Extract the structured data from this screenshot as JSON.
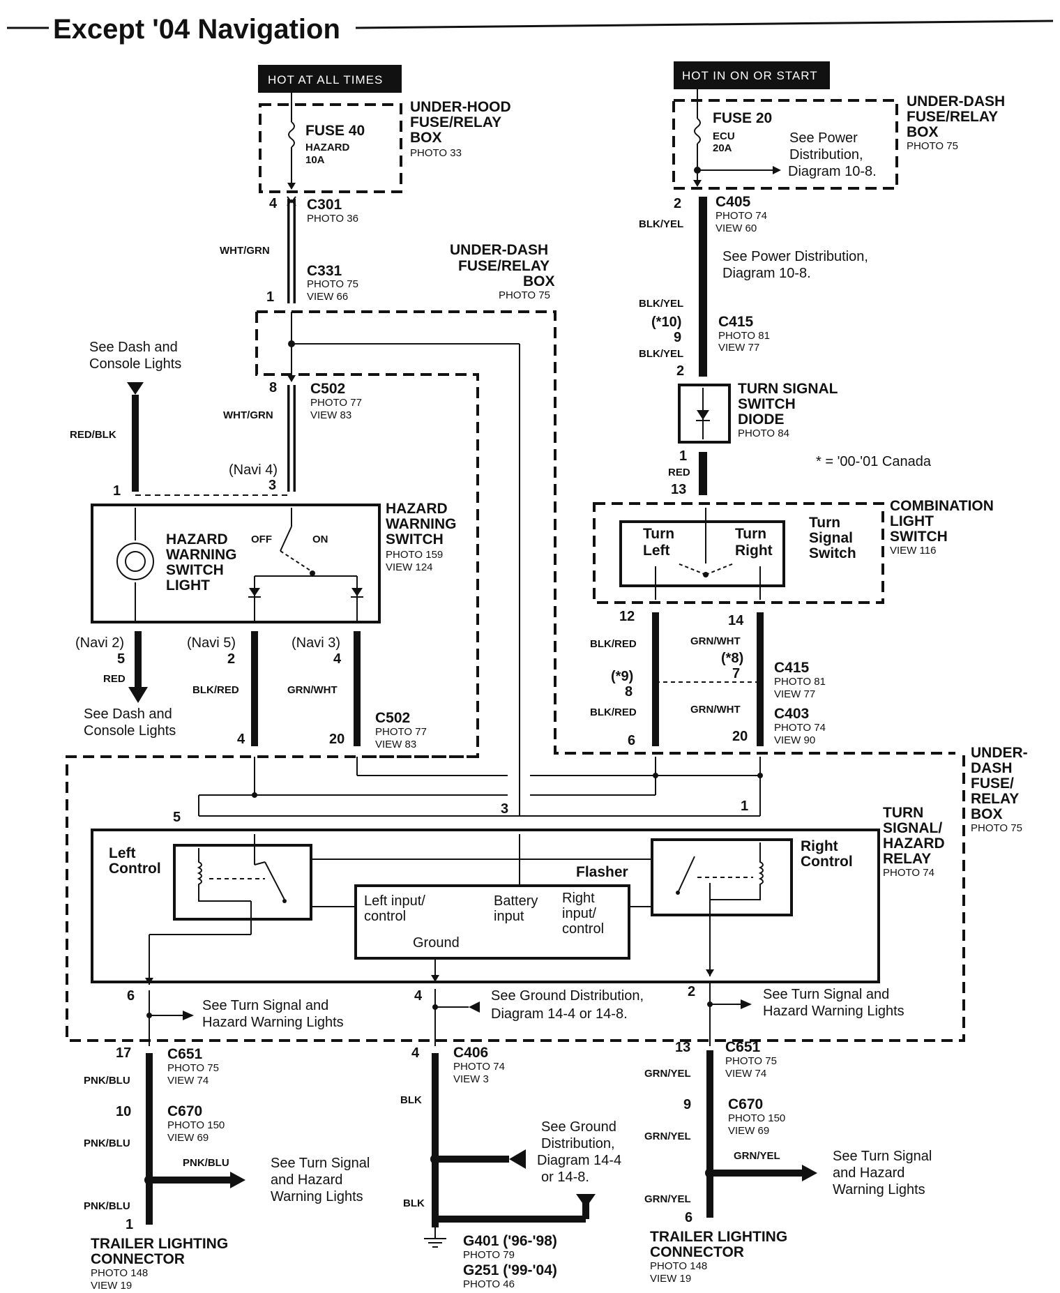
{
  "title": "Except '04 Navigation",
  "headers": {
    "hot_always": "HOT AT ALL TIMES",
    "hot_on_start": "HOT IN ON OR START"
  },
  "fuse40": {
    "name": "FUSE 40",
    "desc": "HAZARD",
    "amp": "10A",
    "box_line1": "UNDER-HOOD",
    "box_line2": "FUSE/RELAY",
    "box_line3": "BOX",
    "photo": "PHOTO 33"
  },
  "fuse20": {
    "name": "FUSE 20",
    "desc": "ECU",
    "amp": "20A",
    "see1": "See Power",
    "see2": "Distribution,",
    "see3": "Diagram 10-8.",
    "box_line1": "UNDER-DASH",
    "box_line2": "FUSE/RELAY",
    "box_line3": "BOX",
    "photo": "PHOTO 75"
  },
  "connectors": {
    "c301": {
      "name": "C301",
      "photo": "PHOTO 36",
      "pin": "4"
    },
    "c331": {
      "name": "C331",
      "photo": "PHOTO 75",
      "view": "VIEW 66",
      "pin": "1"
    },
    "c405": {
      "name": "C405",
      "photo": "PHOTO 74",
      "view": "VIEW 60",
      "pin": "2"
    },
    "c415a": {
      "name": "C415",
      "photo": "PHOTO 81",
      "view": "VIEW 77",
      "pin_top": "(*10)",
      "pin": "9",
      "pin_bottom": "2"
    },
    "c502a": {
      "name": "C502",
      "photo": "PHOTO 77",
      "view": "VIEW 83",
      "pin": "8"
    },
    "c502b": {
      "name": "C502",
      "photo": "PHOTO 77",
      "view": "VIEW 83",
      "pin_left": "4",
      "pin_right": "20"
    },
    "c415b": {
      "name": "C415",
      "photo": "PHOTO 81",
      "view": "VIEW 77",
      "pin_left": "(*9)",
      "pin_left2": "8",
      "pin_right": "(*8)",
      "pin_right2": "7"
    },
    "c403": {
      "name": "C403",
      "photo": "PHOTO 74",
      "view": "VIEW 90",
      "pin_left": "6",
      "pin_right": "20"
    },
    "c651a": {
      "name": "C651",
      "photo": "PHOTO 75",
      "view": "VIEW 74",
      "pin": "17"
    },
    "c670a": {
      "name": "C670",
      "photo": "PHOTO 150",
      "view": "VIEW 69",
      "pin": "10"
    },
    "c406": {
      "name": "C406",
      "photo": "PHOTO 74",
      "view": "VIEW 3",
      "pin": "4"
    },
    "c651b": {
      "name": "C651",
      "photo": "PHOTO 75",
      "view": "VIEW 74",
      "pin": "13"
    },
    "c670b": {
      "name": "C670",
      "photo": "PHOTO 150",
      "view": "VIEW 69",
      "pin": "9"
    }
  },
  "wires": {
    "wht_grn": "WHT/GRN",
    "blk_yel": "BLK/YEL",
    "red_blk": "RED/BLK",
    "red": "RED",
    "blk_red": "BLK/RED",
    "grn_wht": "GRN/WHT",
    "pnk_blu": "PNK/BLU",
    "blk": "BLK",
    "grn_yel": "GRN/YEL"
  },
  "notes": {
    "see_power": "See Power Distribution,",
    "see_power2": "Diagram 10-8.",
    "see_dash1": "See Dash and",
    "see_dash2": "Console Lights",
    "canada": "* = '00-'01 Canada",
    "navi4": "(Navi 4)",
    "navi2": "(Navi 2)",
    "navi5": "(Navi 5)",
    "navi3": "(Navi 3)",
    "see_turn1": "See Turn Signal and",
    "see_turn2": "Hazard Warning Lights",
    "see_ground1": "See Ground Distribution,",
    "see_ground2": "Diagram 14-4 or 14-8.",
    "see_turn_b1": "See Turn Signal",
    "see_turn_b2": "and Hazard",
    "see_turn_b3": "Warning Lights",
    "see_gnd_b1": "See Ground",
    "see_gnd_b2": "Distribution,",
    "see_gnd_b3": "Diagram 14-4",
    "see_gnd_b4": "or 14-8."
  },
  "under_dash_mid": {
    "l1": "UNDER-DASH",
    "l2": "FUSE/RELAY",
    "l3": "BOX",
    "photo": "PHOTO 75"
  },
  "under_dash_right": {
    "l1": "UNDER-",
    "l2": "DASH",
    "l3": "FUSE/",
    "l4": "RELAY",
    "l5": "BOX",
    "photo": "PHOTO 75"
  },
  "hazard_switch": {
    "l1": "HAZARD",
    "l2": "WARNING",
    "l3": "SWITCH",
    "photo": "PHOTO 159",
    "view": "VIEW 124",
    "light1": "HAZARD",
    "light2": "WARNING",
    "light3": "SWITCH",
    "light4": "LIGHT",
    "off": "OFF",
    "on": "ON",
    "pin_top": "3",
    "pin_left": "1",
    "pin_bl": "5",
    "pin_bm": "2",
    "pin_br": "4"
  },
  "diode": {
    "l1": "TURN SIGNAL",
    "l2": "SWITCH",
    "l3": "DIODE",
    "photo": "PHOTO 84",
    "pin_bottom": "1"
  },
  "combo_switch": {
    "l1": "COMBINATION",
    "l2": "LIGHT",
    "l3": "SWITCH",
    "view": "VIEW 116",
    "turn_left1": "Turn",
    "turn_left2": "Left",
    "turn_right1": "Turn",
    "turn_right2": "Right",
    "sig1": "Turn",
    "sig2": "Signal",
    "sig3": "Switch",
    "pin_top": "13",
    "pin_l": "12",
    "pin_r": "14"
  },
  "relay": {
    "l1": "TURN",
    "l2": "SIGNAL/",
    "l3": "HAZARD",
    "l4": "RELAY",
    "photo": "PHOTO 74",
    "left1": "Left",
    "left2": "Control",
    "right1": "Right",
    "right2": "Control",
    "flasher": "Flasher",
    "lin1": "Left input/",
    "lin2": "control",
    "batt1": "Battery",
    "batt2": "input",
    "rin1": "Right",
    "rin2": "input/",
    "rin3": "control",
    "ground": "Ground",
    "pin5": "5",
    "pin3": "3",
    "pin1": "1",
    "pin6": "6",
    "pin4": "4",
    "pin2": "2"
  },
  "trailer_left": {
    "l1": "TRAILER LIGHTING",
    "l2": "CONNECTOR",
    "photo": "PHOTO 148",
    "view": "VIEW 19",
    "pin": "1"
  },
  "trailer_right": {
    "l1": "TRAILER LIGHTING",
    "l2": "CONNECTOR",
    "photo": "PHOTO 148",
    "view": "VIEW 19",
    "pin": "6"
  },
  "grounds": {
    "g401": "G401 ('96-'98)",
    "g401p": "PHOTO 79",
    "g251": "G251 ('99-'04)",
    "g251p": "PHOTO 46"
  }
}
